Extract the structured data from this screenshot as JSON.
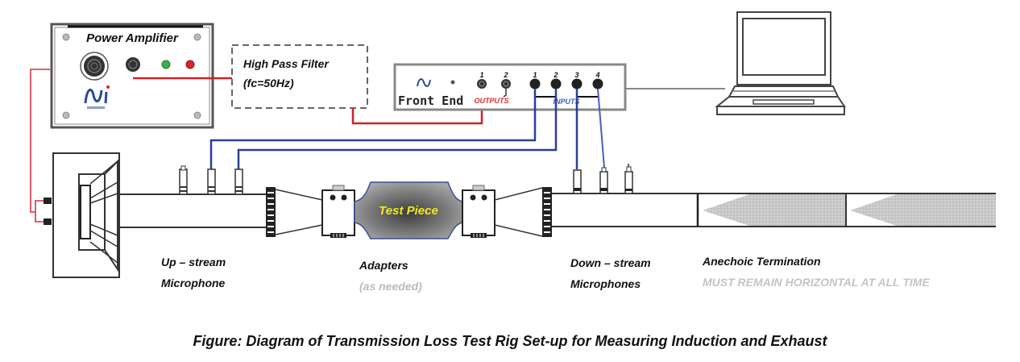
{
  "power_amplifier": {
    "title": "Power Amplifier",
    "indicator_colors": {
      "green": "#3ab34a",
      "red": "#d9232e"
    }
  },
  "filter": {
    "line1": "High Pass Filter",
    "line2": "(fc=50Hz)"
  },
  "front_end": {
    "label": "Front End",
    "outputs_label": "OUTPUTS",
    "inputs_label": "INPUTS",
    "output_channels": [
      "1",
      "2"
    ],
    "input_channels": [
      "1",
      "2",
      "3",
      "4"
    ],
    "colors": {
      "outputs": "#e02a2a",
      "inputs": "#3b5fc7"
    }
  },
  "test_piece": {
    "label": "Test Piece",
    "label_color": "#f2ea1e"
  },
  "labels": {
    "upstream_line1": "Up – stream",
    "upstream_line2": "Microphone",
    "adapters": "Adapters",
    "adapters_note": "(as needed)",
    "downstream_line1": "Down – stream",
    "downstream_line2": "Microphones",
    "anechoic": "Anechoic Termination",
    "anechoic_note": "MUST REMAIN HORIZONTAL AT ALL TIME"
  },
  "caption": "Figure: Diagram of Transmission Loss Test Rig Set-up for Measuring Induction and Exhaust"
}
